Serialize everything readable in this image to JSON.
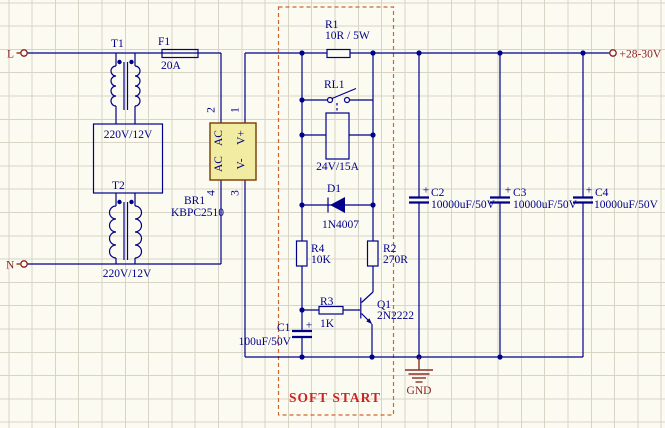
{
  "terminals": {
    "live": "L",
    "neutral": "N",
    "output": "+28-30V",
    "ground": "GND"
  },
  "components": {
    "t1": {
      "ref": "T1",
      "value": "220V/12V"
    },
    "t2": {
      "ref": "T2",
      "value": "220V/12V"
    },
    "f1": {
      "ref": "F1",
      "value": "20A"
    },
    "br1": {
      "ref": "BR1",
      "part": "KBPC2510",
      "pin1": "1",
      "pin2": "2",
      "pin3": "3",
      "pin4": "4",
      "ac_top": "AC",
      "ac_bottom": "AC",
      "v_plus": "V+",
      "v_minus": "V-"
    },
    "r1": {
      "ref": "R1",
      "value": "10R / 5W"
    },
    "rl1": {
      "ref": "RL1",
      "value": "24V/15A"
    },
    "d1": {
      "ref": "D1",
      "value": "1N4007"
    },
    "r4": {
      "ref": "R4",
      "value": "10K"
    },
    "r2": {
      "ref": "R2",
      "value": "270R"
    },
    "r3": {
      "ref": "R3",
      "value": "1K"
    },
    "q1": {
      "ref": "Q1",
      "value": "2N2222"
    },
    "c1": {
      "ref": "C1",
      "value": "100uF/50V",
      "plus": "+"
    },
    "c2": {
      "ref": "C2",
      "value": "10000uF/50V",
      "plus": "+"
    },
    "c3": {
      "ref": "C3",
      "value": "10000uF/50V",
      "plus": "+"
    },
    "c4": {
      "ref": "C4",
      "value": "10000uF/50V",
      "plus": "+"
    }
  },
  "annotations": {
    "soft_start": "SOFT START"
  },
  "colors": {
    "wire": "#00008b",
    "terminal": "#8a2020",
    "soft_start_text": "#cc2222",
    "bridge_fill": "#f2eca2",
    "bridge_border": "#7a3b00",
    "dashed_box": "#cc6633"
  }
}
